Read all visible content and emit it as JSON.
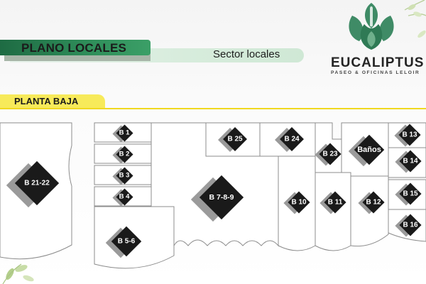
{
  "header": {
    "title": "PLANO LOCALES",
    "subtitle": "Sector locales"
  },
  "logo": {
    "name": "EUCALIPTUS",
    "tagline": "PASEO & OFICINAS LELOIR",
    "icon": "eucalyptus-leaf-logo-icon",
    "color": "#3f8b66"
  },
  "section": {
    "label": "PLANTA BAJA"
  },
  "units": [
    {
      "id": "b21-22",
      "label": "B 21-22"
    },
    {
      "id": "b1",
      "label": "B 1"
    },
    {
      "id": "b2",
      "label": "B 2"
    },
    {
      "id": "b3",
      "label": "B 3"
    },
    {
      "id": "b4",
      "label": "B 4"
    },
    {
      "id": "b5-6",
      "label": "B 5-6"
    },
    {
      "id": "b7-8-9",
      "label": "B 7-8-9"
    },
    {
      "id": "b25",
      "label": "B 25"
    },
    {
      "id": "b24",
      "label": "B 24"
    },
    {
      "id": "b23",
      "label": "B 23"
    },
    {
      "id": "banos",
      "label": "Baños"
    },
    {
      "id": "b13",
      "label": "B 13"
    },
    {
      "id": "b14",
      "label": "B 14"
    },
    {
      "id": "b15",
      "label": "B 15"
    },
    {
      "id": "b16",
      "label": "B 16"
    },
    {
      "id": "b10",
      "label": "B 10"
    },
    {
      "id": "b11",
      "label": "B 11"
    },
    {
      "id": "b12",
      "label": "B 12"
    }
  ],
  "colors": {
    "brand_green": "#2f8e5a",
    "section_yellow": "#f7ea5a",
    "marker": "#1a1a1a"
  }
}
